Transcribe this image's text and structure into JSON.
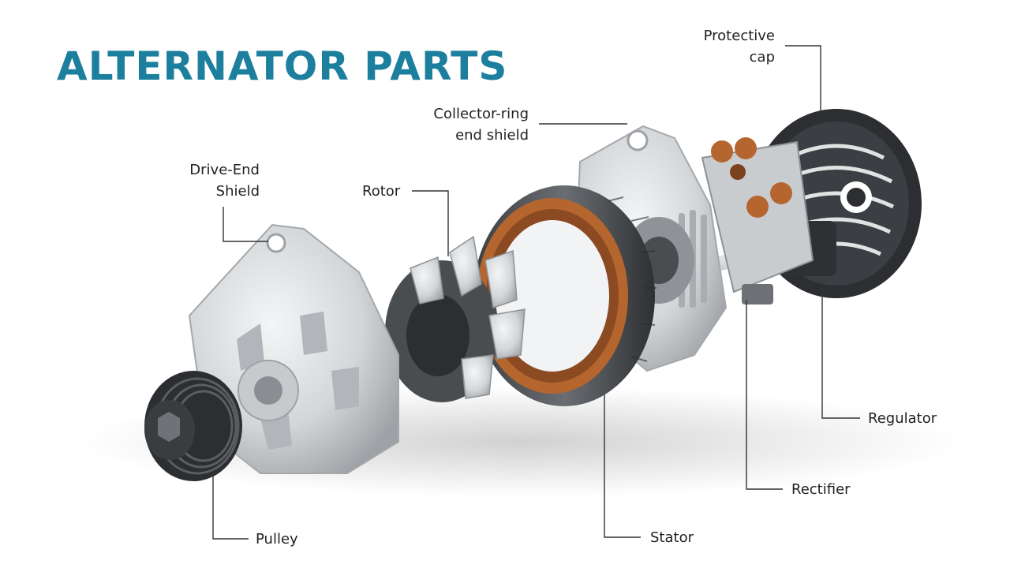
{
  "title": "ALTERNATOR PARTS",
  "colors": {
    "title": "#1b7f9d",
    "metal": "#d9dcde",
    "dark_metal": "#3a3d40",
    "copper": "#b5652e",
    "label_text": "#222222",
    "leader_line": "#333333"
  },
  "labels": {
    "protective_cap": {
      "line1": "Protective",
      "line2": "cap"
    },
    "collector_ring_end_shield": {
      "line1": "Collector-ring",
      "line2": "end shield"
    },
    "drive_end_shield": {
      "line1": "Drive-End",
      "line2": "Shield"
    },
    "rotor": {
      "line1": "Rotor"
    },
    "regulator": {
      "line1": "Regulator"
    },
    "rectifier": {
      "line1": "Rectifier"
    },
    "stator": {
      "line1": "Stator"
    },
    "pulley": {
      "line1": "Pulley"
    }
  }
}
